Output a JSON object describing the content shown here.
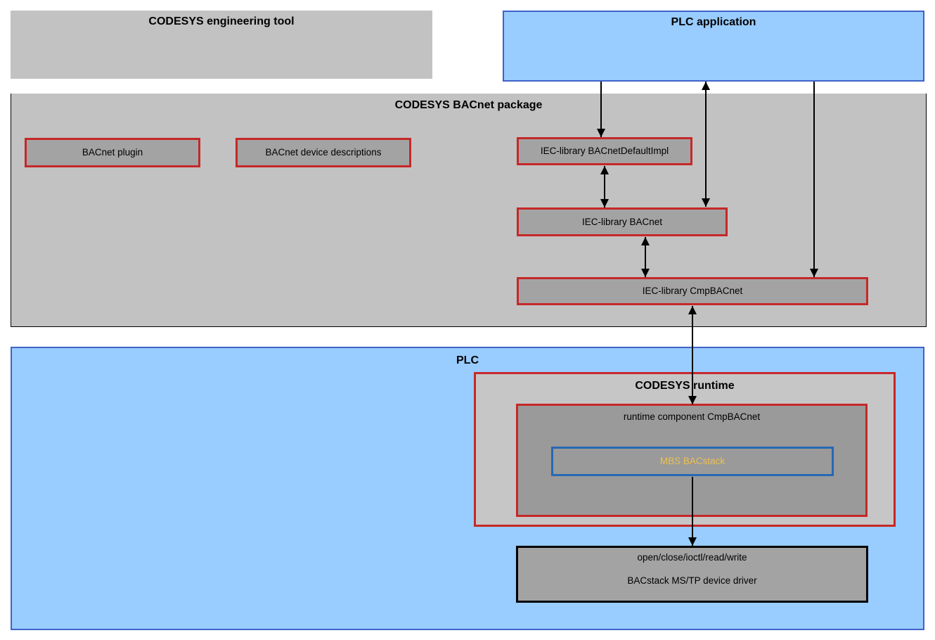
{
  "engineering_tool": {
    "title": "CODESYS engineering tool"
  },
  "plc_application": {
    "title": "PLC application"
  },
  "bacnet_package": {
    "title": "CODESYS BACnet package",
    "plugin": "BACnet plugin",
    "device_descriptions": "BACnet device descriptions",
    "lib_default_impl": "IEC-library BACnetDefaultImpl",
    "lib_bacnet": "IEC-library BACnet",
    "lib_cmp_bacnet": "IEC-library CmpBACnet"
  },
  "plc": {
    "title": "PLC",
    "runtime": {
      "title": "CODESYS runtime",
      "component": "runtime component CmpBACnet",
      "stack": "MBS BACstack"
    },
    "driver": {
      "line1": "open/close/ioctl/read/write",
      "line2": "BACstack MS/TP device driver"
    }
  },
  "connections": [
    {
      "from": "PLC application",
      "to": "IEC-library BACnetDefaultImpl",
      "direction": "down"
    },
    {
      "from": "IEC-library BACnetDefaultImpl",
      "to": "IEC-library BACnet",
      "direction": "both"
    },
    {
      "from": "PLC application",
      "to": "IEC-library BACnet",
      "direction": "both"
    },
    {
      "from": "IEC-library BACnet",
      "to": "IEC-library CmpBACnet",
      "direction": "both"
    },
    {
      "from": "PLC application",
      "to": "IEC-library CmpBACnet",
      "direction": "down"
    },
    {
      "from": "IEC-library CmpBACnet",
      "to": "runtime component CmpBACnet",
      "direction": "both"
    },
    {
      "from": "MBS BACstack",
      "to": "BACstack MS/TP device driver",
      "direction": "down"
    }
  ],
  "colors": {
    "light_blue": "#99ccff",
    "blue_border": "#3f62c8",
    "gray_container": "#c2c2c2",
    "gray_runtime": "#c6c6c6",
    "gray_box": "#a3a3a3",
    "gray_box_dark": "#9a9a9a",
    "red_border": "#c62828",
    "stack_border": "#2668b4",
    "stack_text": "#eec050",
    "line_black": "#000000"
  }
}
